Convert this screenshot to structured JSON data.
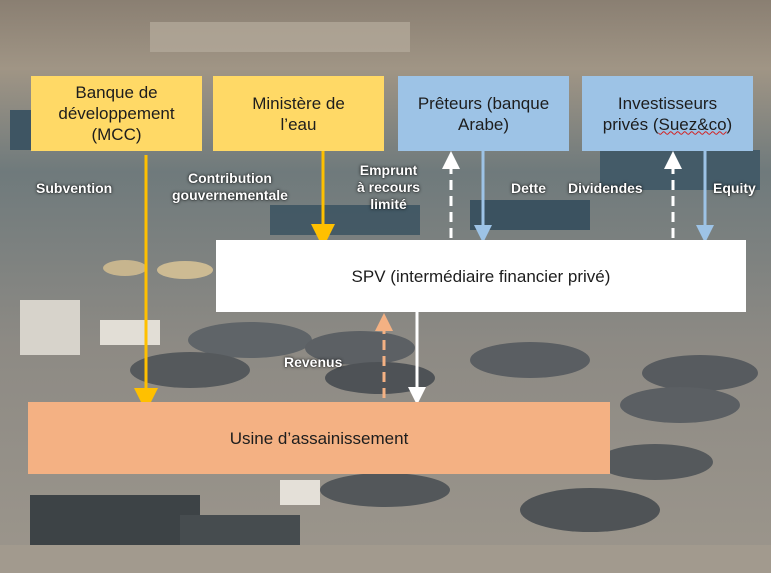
{
  "boxes": {
    "banque": "Banque de\ndéveloppement\n(MCC)",
    "ministere": "Ministère de\nl’eau",
    "preteurs": "Prêteurs (banque\nArabe)",
    "investisseurs_line1": "Investisseurs",
    "investisseurs_line2_prefix": "privés (",
    "investisseurs_suez": "Suez&co",
    "investisseurs_line2_suffix": ")",
    "spv": "SPV (intermédiaire financier privé)",
    "usine": "Usine d’assainissement"
  },
  "labels": {
    "subvention": "Subvention",
    "contribution": "Contribution\ngouvernementale",
    "emprunt": "Emprunt\nà recours\nlimité",
    "dette": "Dette",
    "dividendes": "Dividendes",
    "equity": "Equity",
    "revenus": "Revenus"
  },
  "colors": {
    "yellow": "#ffd966",
    "blue": "#9dc3e6",
    "orange": "#f4b183",
    "white": "#ffffff"
  }
}
